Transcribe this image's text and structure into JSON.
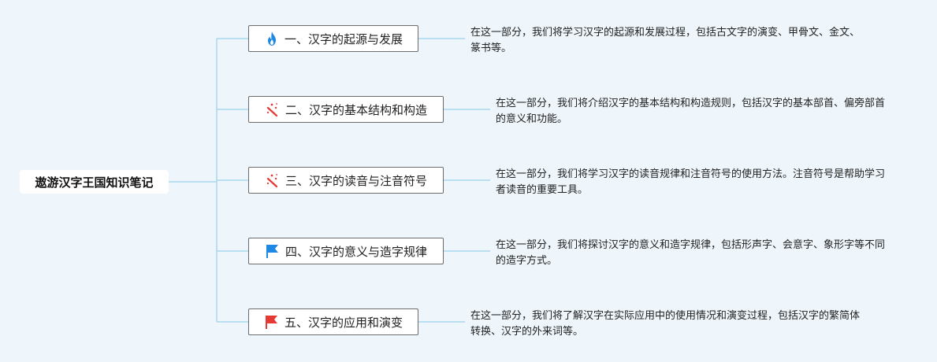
{
  "root": {
    "label": "遨游汉字王国知识笔记"
  },
  "branches": [
    {
      "label": "一、汉字的起源与发展",
      "icon": "fire-icon",
      "desc": "在这一部分，我们将学习汉字的起源和发展过程，包括古文字的演变、甲骨文、金文、篆书等。"
    },
    {
      "label": "二、汉字的基本结构和构造",
      "icon": "magic-wand-icon",
      "desc": "在这一部分，我们将介绍汉字的基本结构和构造规则，包括汉字的基本部首、偏旁部首的意义和功能。"
    },
    {
      "label": "三、汉字的读音与注音符号",
      "icon": "magic-wand-icon",
      "desc": "在这一部分，我们将学习汉字的读音规律和注音符号的使用方法。注音符号是帮助学习者读音的重要工具。"
    },
    {
      "label": "四、汉字的意义与造字规律",
      "icon": "blue-flag-icon",
      "desc": "在这一部分，我们将探讨汉字的意义和造字规律，包括形声字、会意字、象形字等不同的造字方式。"
    },
    {
      "label": "五、汉字的应用和演变",
      "icon": "red-flag-icon",
      "desc": "在这一部分，我们将了解汉字在实际应用中的使用情况和演变过程，包括汉字的繁简体转换、汉字的外来词等。"
    }
  ],
  "colors": {
    "connector": "#a9d8ee",
    "background": "#eef5fb",
    "fire": "#1e88e5",
    "wand": "#e53935",
    "blue_flag": "#1e88e5",
    "red_flag": "#e53935"
  }
}
